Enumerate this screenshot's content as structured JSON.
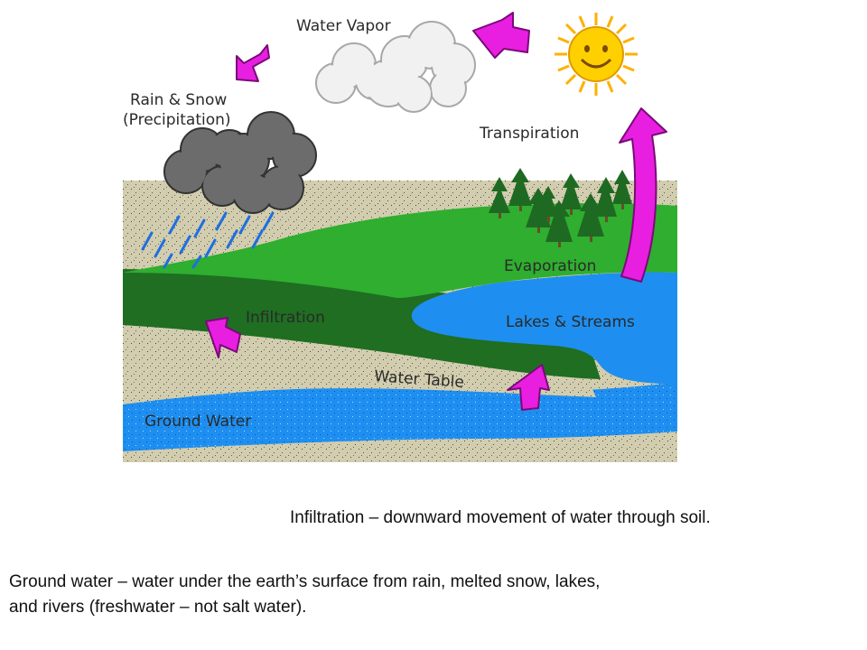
{
  "diagram": {
    "labels": {
      "water_vapor": "Water Vapor",
      "rain_snow": "Rain & Snow",
      "precipitation": "(Precipitation)",
      "transpiration": "Transpiration",
      "evaporation": "Evaporation",
      "infiltration": "Infiltration",
      "lakes_streams": "Lakes & Streams",
      "water_table": "Water Table",
      "ground_water": "Ground Water"
    },
    "colors": {
      "arrow": "#e81fe0",
      "grass_light": "#2fae2f",
      "grass_dark": "#1f6e22",
      "water": "#1e8ff0",
      "soil": "#d2cdae",
      "sun": "#ffd000",
      "cloud_dark": "#6c6c6c"
    }
  },
  "captions": {
    "infiltration": "Infiltration – downward movement of water through soil.",
    "ground_water_line1": "Ground water – water under the earth’s surface from rain, melted snow, lakes,",
    "ground_water_line2": "and rivers (freshwater – not salt water)."
  }
}
